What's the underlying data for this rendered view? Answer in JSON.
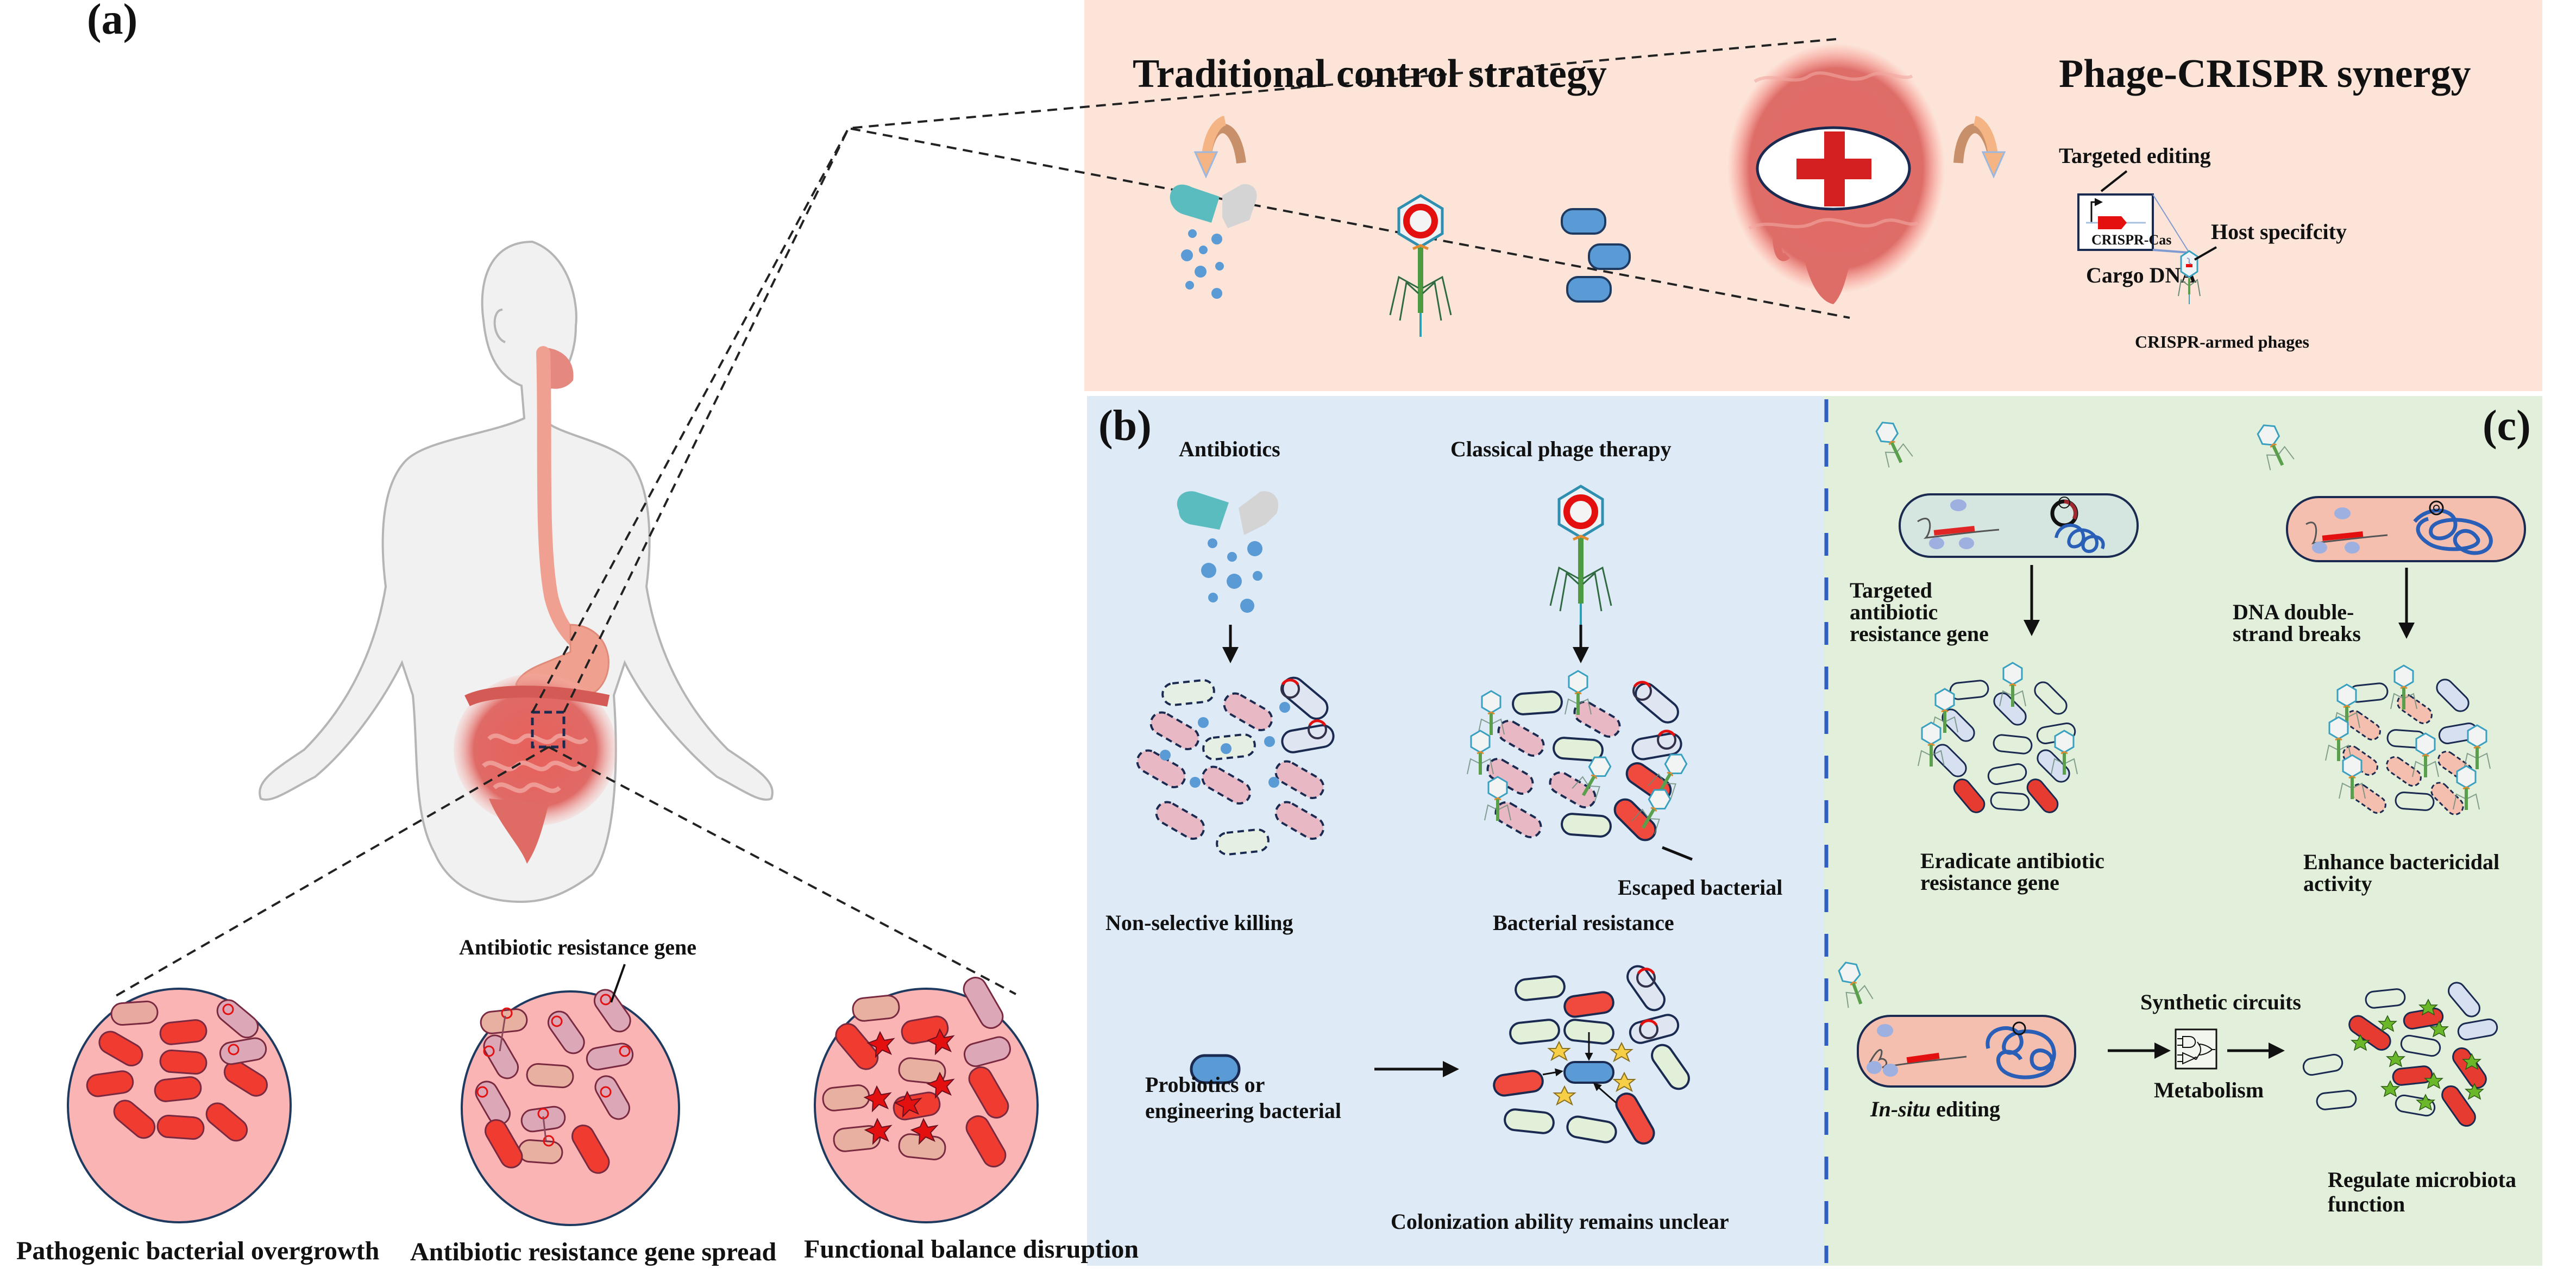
{
  "figure": {
    "panel_labels": {
      "a": "(a)",
      "b": "(b)",
      "c": "(c)"
    },
    "colors": {
      "peach_panel": "#fce4d8",
      "blue_panel": "#deebf7",
      "green_panel": "#e2efda",
      "divider": "#2f5fc4",
      "pathogen_red": "#ef3b30",
      "commensal_tan": "#e8b4a0",
      "resistant_pink": "#dca8b8",
      "circle_fill": "#fbb4b4",
      "probiotic_blue": "#5b9bd5",
      "dead_pink": "#e8b9c4",
      "healthy_green": "#e2f0d9",
      "cross_red": "#d42020"
    }
  },
  "panel_a": {
    "body_icon": "human-digestive-system",
    "circles": [
      {
        "caption": "Pathogenic bacterial overgrowth"
      },
      {
        "caption": "Antibiotic resistance gene spread",
        "callout": "Antibiotic resistance gene"
      },
      {
        "caption": "Functional balance disruption"
      }
    ]
  },
  "top_panel": {
    "left_title": "Traditional control strategy",
    "right_title": "Phage-CRISPR synergy",
    "center_icon": "intestine-with-red-cross",
    "left_icons": [
      "antibiotic-capsule",
      "phage",
      "probiotic-bacteria"
    ],
    "crispr": {
      "targeted_editing": "Targeted editing",
      "construct_label": "CRISPR-Cas",
      "cargo_label": "Cargo DNA",
      "host_specificity": "Host specifcity",
      "armed_phages": "CRISPR-armed phages"
    }
  },
  "panel_b": {
    "antibiotics": {
      "title": "Antibiotics",
      "result": "Non-selective killing"
    },
    "phage_therapy": {
      "title": "Classical phage therapy",
      "escaped": "Escaped bacterial",
      "result": "Bacterial resistance"
    },
    "probiotics": {
      "label_line1": "Probiotics or",
      "label_line2": "engineering bacterial",
      "result": "Colonization ability remains unclear"
    }
  },
  "panel_c": {
    "left": {
      "step_line1": "Targeted",
      "step_line2": "antibiotic",
      "step_line3": "resistance gene",
      "result_line1": "Eradicate antibiotic",
      "result_line2": "resistance gene"
    },
    "right": {
      "step_line1": "DNA double-",
      "step_line2": "strand breaks",
      "result_line1": "Enhance bactericidal",
      "result_line2": "activity"
    },
    "bottom": {
      "editing_italic": "In-situ",
      "editing_rest": " editing",
      "circuits": "Synthetic circuits",
      "metabolism": "Metabolism",
      "result_line1": "Regulate microbiota",
      "result_line2": "function"
    }
  }
}
